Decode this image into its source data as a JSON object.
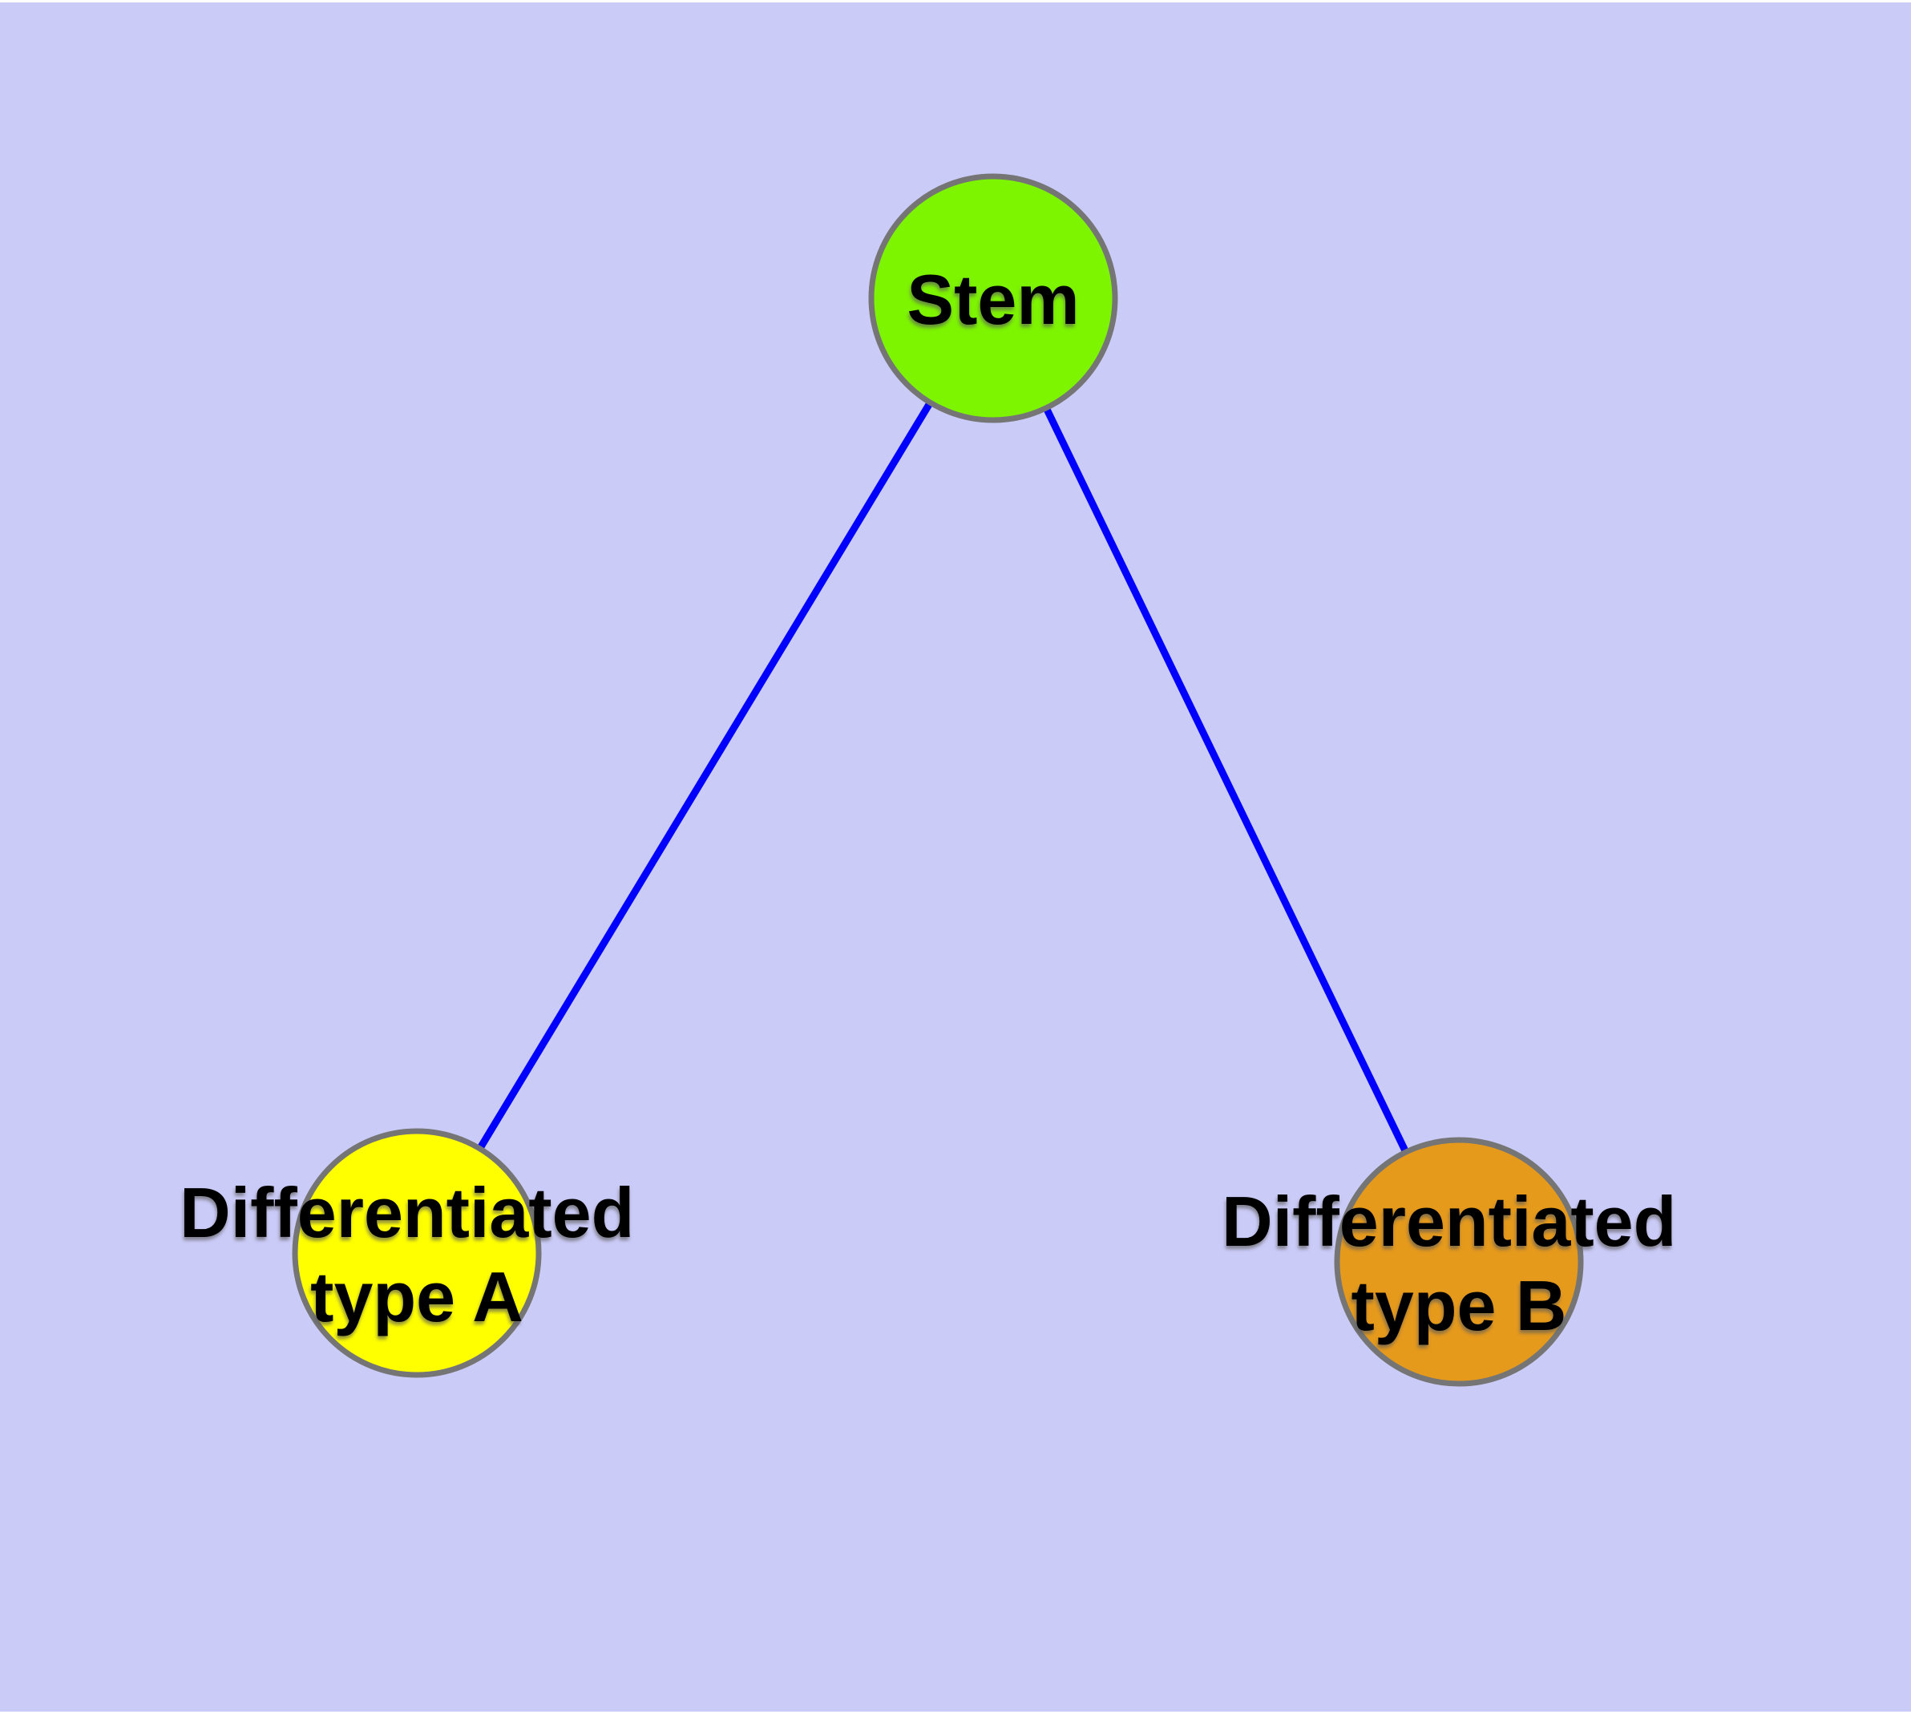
{
  "diagram": {
    "background_color": "#CBCBF8",
    "frame_color": "#FFFFFF",
    "edge_color": "#0000FF",
    "node_border_color": "#757575",
    "label_color": "#000000",
    "nodes": [
      {
        "id": "stem",
        "label": "Stem",
        "fill": "#7DF400"
      },
      {
        "id": "differentiated-type-a",
        "label_line1": "Differentiated",
        "label_line2": "type A",
        "fill": "#FFFF00"
      },
      {
        "id": "differentiated-type-b",
        "label_line1": "Differentiated",
        "label_line2": "type B",
        "fill": "#E69A1C"
      }
    ],
    "edges": [
      {
        "from": "Stem",
        "to": "Differentiated type A"
      },
      {
        "from": "Stem",
        "to": "Differentiated type B"
      }
    ]
  }
}
